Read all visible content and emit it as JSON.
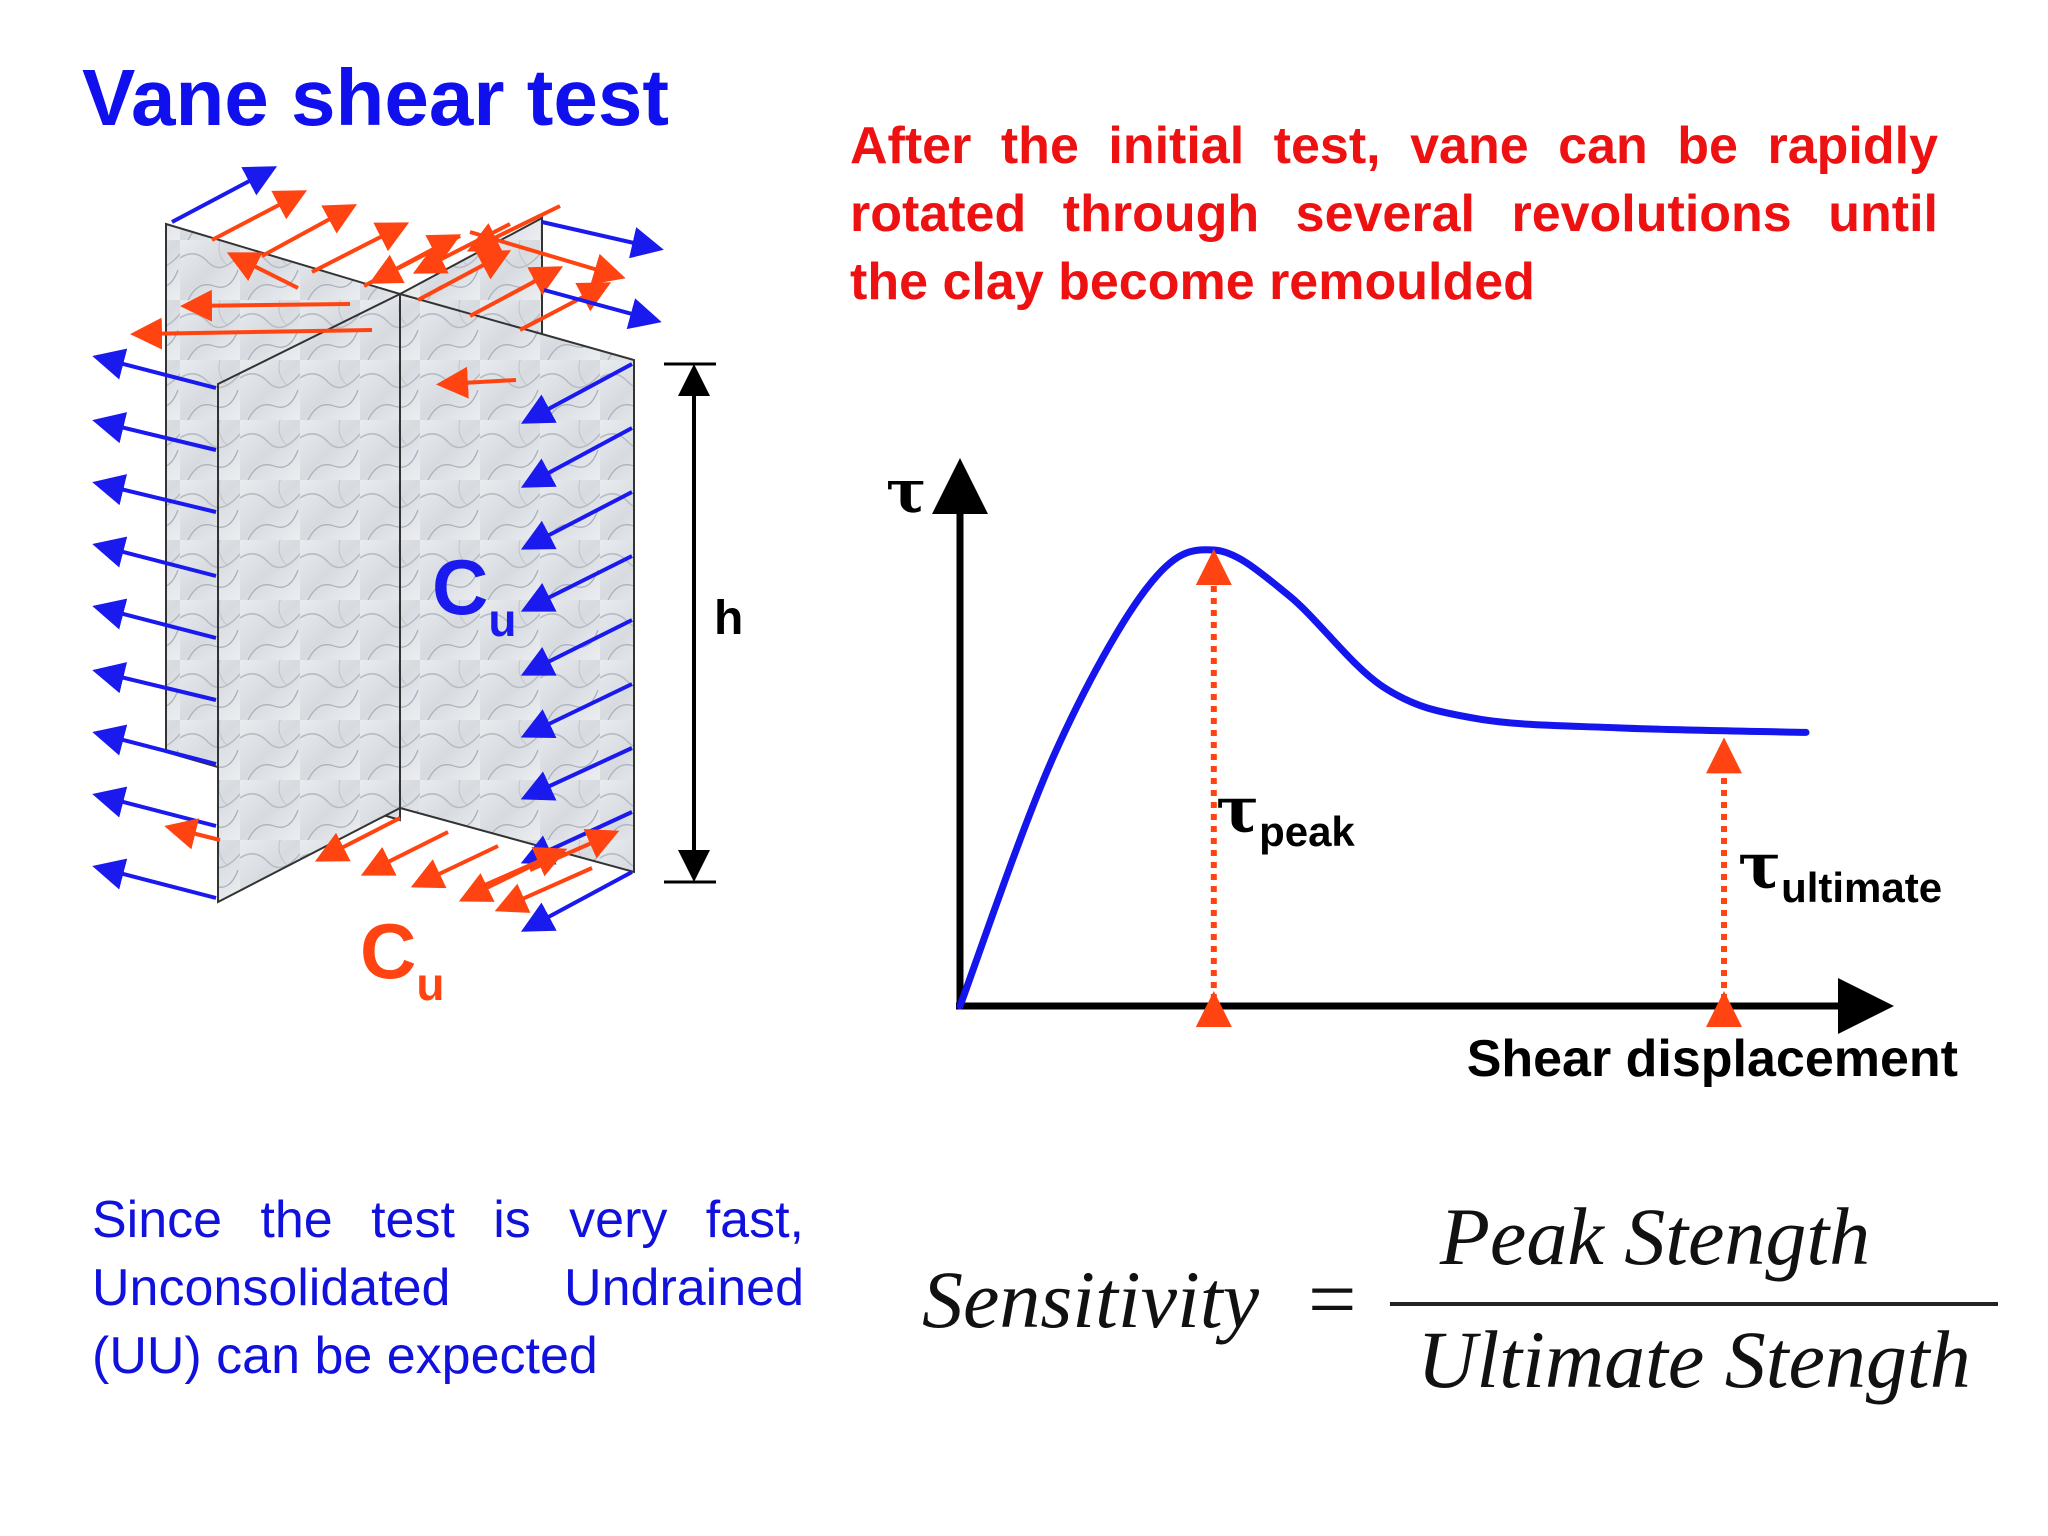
{
  "title": "Vane shear test",
  "remould_note": "After the initial test, vane can be rapidly rotated through several revolutions until the clay become remoulded",
  "uu_note": "Since the test is very fast, Unconsolidated Undrained (UU) can be expected",
  "vane_diagram": {
    "cu_symbol": "C",
    "cu_subscript": "u",
    "height_label": "h"
  },
  "chart_data": {
    "type": "line",
    "ylabel": "τ",
    "xlabel": "Shear displacement",
    "peak_label_symbol": "τ",
    "peak_label_sub": "peak",
    "ultimate_label_symbol": "τ",
    "ultimate_label_sub": "ultimate",
    "curve": [
      {
        "x": 0,
        "y": 0
      },
      {
        "x": 0.1,
        "y": 0.55
      },
      {
        "x": 0.2,
        "y": 0.92
      },
      {
        "x": 0.27,
        "y": 1.0
      },
      {
        "x": 0.35,
        "y": 0.9
      },
      {
        "x": 0.45,
        "y": 0.7
      },
      {
        "x": 0.55,
        "y": 0.63
      },
      {
        "x": 0.7,
        "y": 0.61
      },
      {
        "x": 0.9,
        "y": 0.6
      }
    ]
  },
  "formula": {
    "lhs": "Sensitivity",
    "equals": "=",
    "numerator": "Peak Stength",
    "denominator": "Ultimate Stength"
  },
  "colors": {
    "title_blue": "#1010ee",
    "note_red": "#ee1111",
    "curve_blue": "#1515ee",
    "arrow_orange": "#ff4411",
    "arrow_blue": "#1a1aee"
  }
}
